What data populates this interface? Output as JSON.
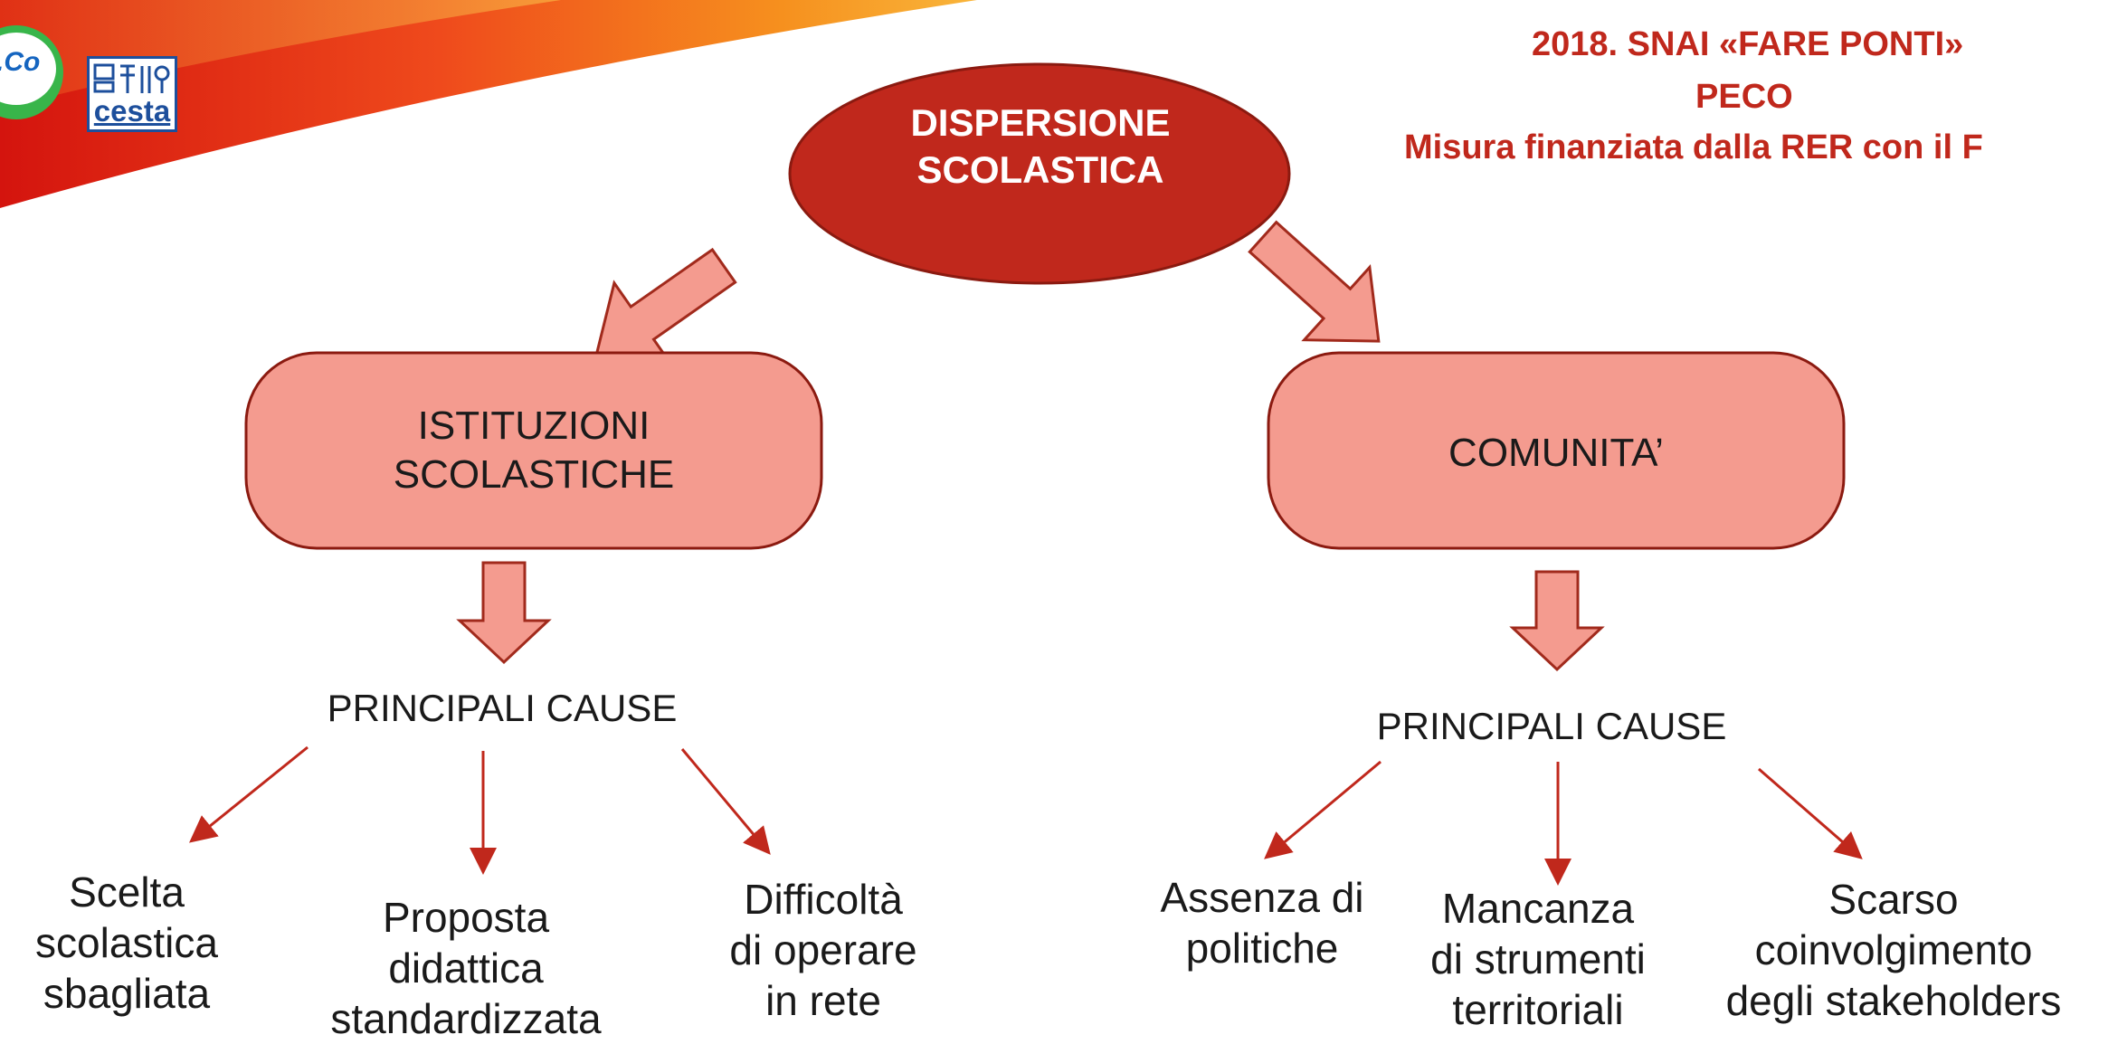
{
  "title": {
    "line1": "2018. SNAI «FARE PONTI»",
    "line2": "PECO",
    "line3": "Misura finanziata dalla RER con il F"
  },
  "logos": {
    "left_badge_text": ".Co",
    "cesta_text": "cesta"
  },
  "root": {
    "line1": "DISPERSIONE",
    "line2": "SCOLASTICA"
  },
  "branches": [
    {
      "node_line1": "ISTITUZIONI",
      "node_line2": "SCOLASTICHE",
      "causes_label": "PRINCIPALI CAUSE",
      "leaves": [
        {
          "lines": [
            "Scelta",
            "scolastica",
            "sbagliata"
          ]
        },
        {
          "lines": [
            "Proposta",
            "didattica",
            "standardizzata"
          ]
        },
        {
          "lines": [
            "Difficoltà",
            "di operare",
            "in rete"
          ]
        }
      ]
    },
    {
      "node_line1": "COMUNITA’",
      "node_line2": "",
      "causes_label": "PRINCIPALI CAUSE",
      "leaves": [
        {
          "lines": [
            "Assenza di",
            "politiche"
          ]
        },
        {
          "lines": [
            "Mancanza",
            "di strumenti",
            "territoriali"
          ]
        },
        {
          "lines": [
            "Scarso",
            "coinvolgimento",
            "degli stakeholders"
          ]
        }
      ]
    }
  ],
  "colors": {
    "root_fill": "#c0281c",
    "node_fill": "#f49b8f",
    "arrow_fill": "#f49b8f",
    "stroke": "#8b1a10",
    "title": "#c0281c",
    "thin_arrow": "#c0281c"
  }
}
